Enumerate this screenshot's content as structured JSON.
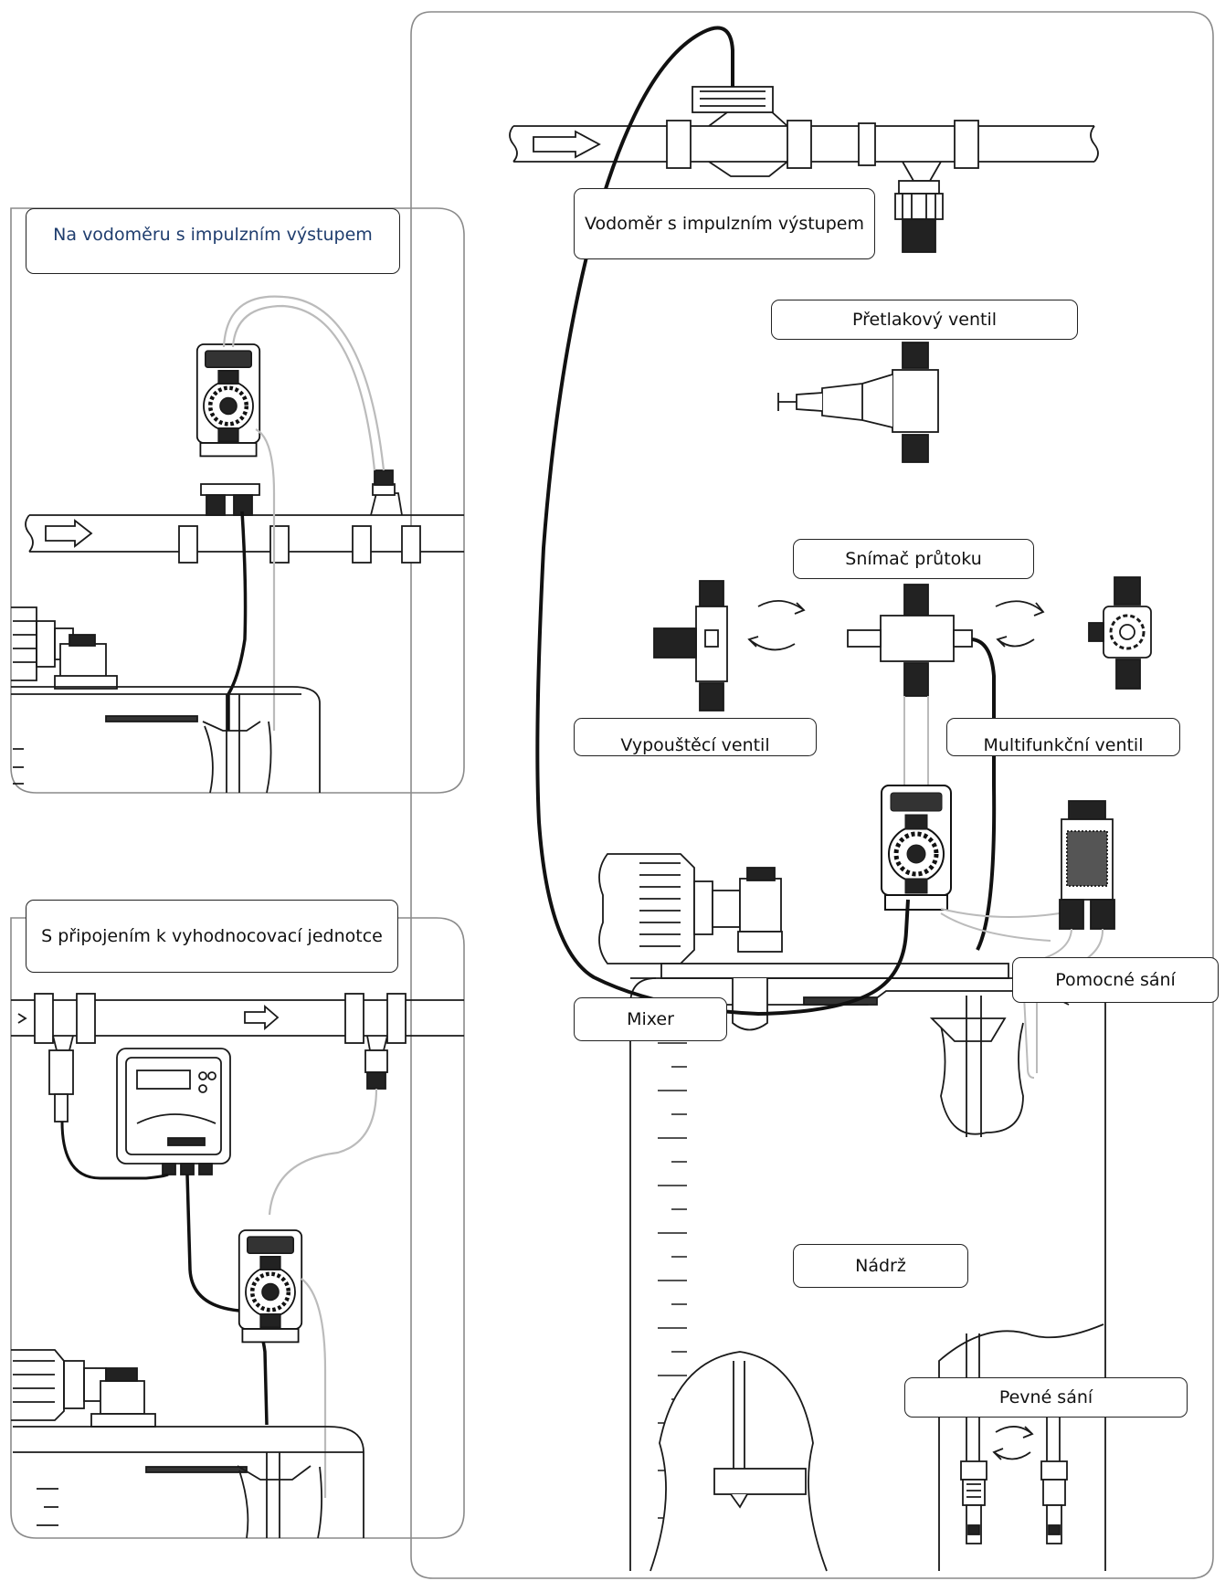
{
  "labels": {
    "impulse_water_meter_panel": "Na vodoměru s impulzním výstupem",
    "evaluation_unit_panel": "S připojením k vyhodnocovací jednotce",
    "water_meter": "Vodoměr s impulzním výstupem",
    "pressure_relief_valve": "Přetlakový ventil",
    "flow_sensor": "Snímač průtoku",
    "drain_valve": "Vypouštěcí ventil",
    "multifunction_valve": "Multifunkční ventil",
    "auxiliary_suction": "Pomocné sání",
    "mixer": "Mixer",
    "tank": "Nádrž",
    "fixed_suction": "Pevné sání"
  },
  "colors": {
    "line": "#1a1a1a",
    "panel_border": "#888888",
    "label_blue": "#1f3d6e",
    "hose": "#bbbbbb"
  }
}
